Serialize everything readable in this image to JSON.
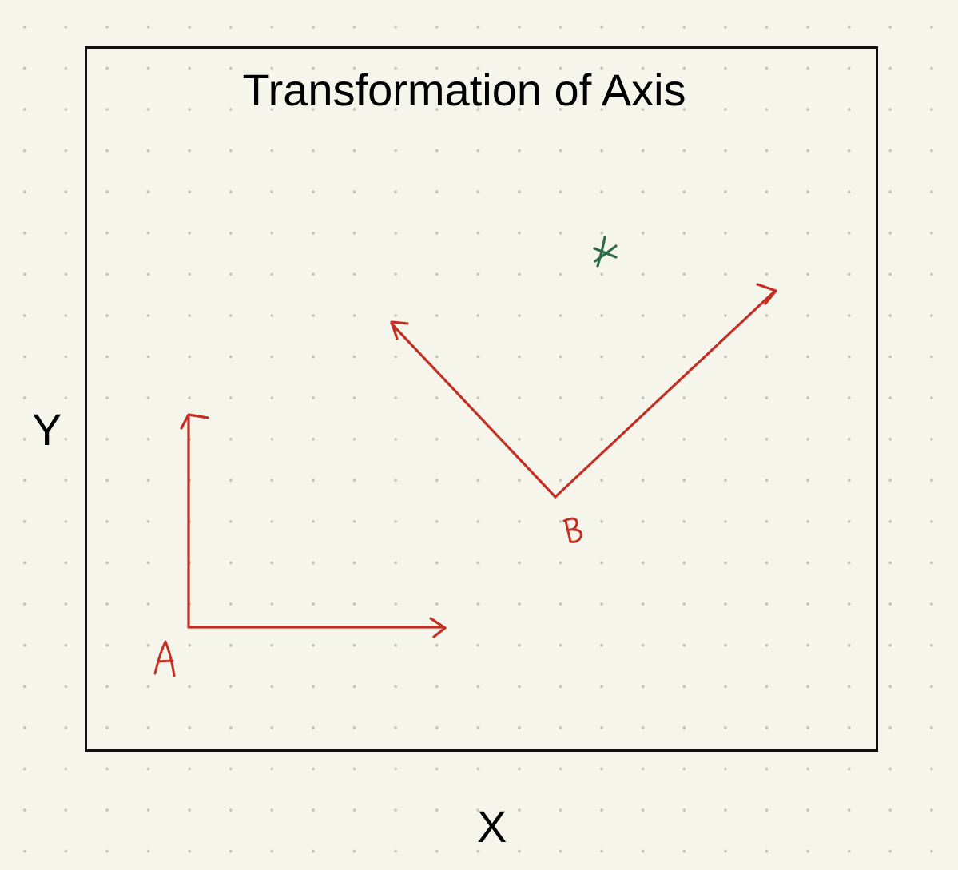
{
  "title": "Transformation of Axis",
  "axis_labels": {
    "x": "X",
    "y": "Y"
  },
  "frames": [
    {
      "label": "A",
      "color": "#c42f24"
    },
    {
      "label": "B",
      "color": "#c42f24"
    }
  ],
  "point_marker": {
    "glyph": "✱",
    "color": "#2e6b4a"
  },
  "colors": {
    "background": "#f6f5ec",
    "frame_border": "#111111",
    "axes": "#c42f24",
    "point": "#2e6b4a"
  }
}
